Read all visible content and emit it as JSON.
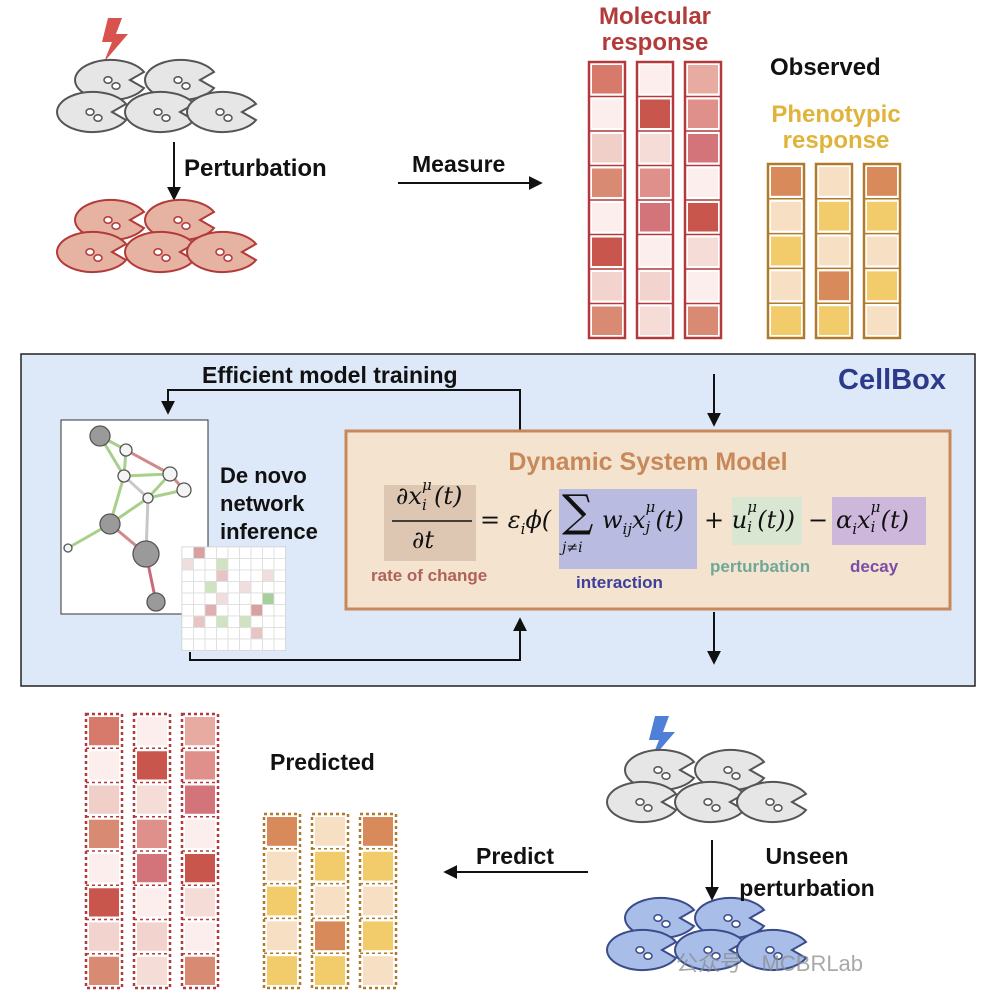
{
  "colors": {
    "red": "#b33a3a",
    "gold": "#e0b43a",
    "blue_title": "#2c3a8c",
    "panel_bg": "#dde9f8",
    "model_bg": "#f4e3cf",
    "model_border": "#c8895a",
    "model_title": "#c8895a",
    "lightning_red": "#d8524e",
    "lightning_blue": "#4f7fd6",
    "cell_gray": "#e6e6e6",
    "cell_red": "#e6b2a1",
    "cell_blue": "#a8bde8",
    "rate_label": "#b0625a",
    "interaction_label": "#3d3f9a",
    "perturbation_label": "#6fa898",
    "decay_label": "#7a4ea8"
  },
  "top": {
    "perturbation_label": "Perturbation",
    "measure_label": "Measure",
    "molecular_response_line1": "Molecular",
    "molecular_response_line2": "response",
    "observed_label": "Observed",
    "phenotypic_response_line1": "Phenotypic",
    "phenotypic_response_line2": "response"
  },
  "cellbox": {
    "title": "CellBox",
    "training_label": "Efficient model training",
    "network_label_line1": "De novo",
    "network_label_line2": "network",
    "network_label_line3": "inference",
    "model_title": "Dynamic System Model",
    "equation": {
      "lhs_num": "∂x",
      "lhs_sup": "μ",
      "lhs_sub": "i",
      "lhs_t": "(t)",
      "lhs_den": "∂t",
      "eq": "= ε",
      "eps_sub": "i",
      "phi": "ϕ(",
      "sum": "∑",
      "sum_sub": "j≠i",
      "w": "w",
      "w_sub": "ij",
      "x2": "x",
      "x2_sup": "μ",
      "x2_sub": "j",
      "x2_t": "(t)",
      "plus": "+ u",
      "u_sup": "μ",
      "u_sub": "i",
      "u_t": "(t))",
      "minus": "−",
      "alpha": "α",
      "alpha_sub": "i",
      "x3": "x",
      "x3_sup": "μ",
      "x3_sub": "i",
      "x3_t": "(t)"
    },
    "rate_label": "rate of change",
    "interaction_label": "interaction",
    "perturbation_label": "perturbation",
    "decay_label": "decay"
  },
  "bottom": {
    "predicted_label": "Predicted",
    "predict_label": "Predict",
    "unseen_line1": "Unseen",
    "unseen_line2": "perturbation"
  },
  "watermark": "公众号 · MCBRLab"
}
